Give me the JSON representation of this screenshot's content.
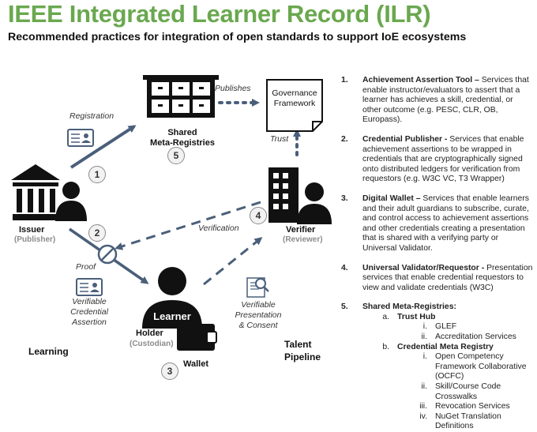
{
  "header": {
    "title": "IEEE Integrated Learner Record (ILR)",
    "subtitle": "Recommended practices for integration of open standards to support IoE ecosystems"
  },
  "diagram": {
    "registries_label": [
      "Shared",
      "Meta-Registries"
    ],
    "publishes_label": "Publishes",
    "governance_label": [
      "Governance",
      "Framework"
    ],
    "registration_label": "Registration",
    "trust_label": "Trust",
    "issuer_label": "Issuer",
    "issuer_role": "(Publisher)",
    "verification_label": "Verification",
    "verifier_label": "Verifier",
    "verifier_role": "(Reviewer)",
    "proof_label": "Proof",
    "assertion_label": [
      "Verifiable",
      "Credential",
      "Assertion"
    ],
    "presentation_label": [
      "Verifiable",
      "Presentation",
      "& Consent"
    ],
    "learner_label": "Learner",
    "holder_label": "Holder",
    "holder_role": "(Custodian)",
    "wallet_label": "Wallet",
    "learning_label": "Learning",
    "talent_label": [
      "Talent",
      "Pipeline"
    ],
    "badges": {
      "issuer": "1",
      "issuer2": "2",
      "wallet": "3",
      "verifier": "4",
      "registries": "5"
    },
    "colors": {
      "arrow": "#4a5f7a",
      "icon": "#111111",
      "dotted": "#4a5f7a",
      "title_green": "#6aa84f"
    }
  },
  "list": {
    "items": [
      {
        "num": "1.",
        "title": "Achievement Assertion Tool –",
        "text": " Services that enable instructor/evaluators to assert that a learner has achieves a skill, credential, or other outcome (e.g. PESC, CLR, OB, Europass)."
      },
      {
        "num": "2.",
        "title": "Credential Publisher -",
        "text": " Services that enable achievement assertions to be wrapped in credentials that are cryptographically signed onto distributed ledgers for verification from requestors (e.g. W3C VC, T3 Wrapper)"
      },
      {
        "num": "3.",
        "title": "Digital Wallet –",
        "text": " Services that enable learners and their adult guardians to subscribe, curate, and control access to achievement assertions and other credentials creating a presentation that is shared with a verifying party or Universal Validator."
      },
      {
        "num": "4.",
        "title": "Universal Validator/Requestor -",
        "text": " Presentation services that enable credential requestors to view and validate credentials (W3C)"
      },
      {
        "num": "5.",
        "title": "Shared Meta-Registries:",
        "text": ""
      }
    ],
    "trust_hub": {
      "letter": "a.",
      "title": "Trust Hub",
      "subs": [
        {
          "n": "i.",
          "t": "GLEF"
        },
        {
          "n": "ii.",
          "t": "Accreditation Services"
        }
      ]
    },
    "cmr": {
      "letter": "b.",
      "title": "Credential Meta Registry",
      "subs": [
        {
          "n": "i.",
          "t": "Open Competency Framework Collaborative (OCFC)"
        },
        {
          "n": "ii.",
          "t": "Skill/Course Code Crosswalks"
        },
        {
          "n": "iii.",
          "t": "Revocation Services"
        },
        {
          "n": "iv.",
          "t": "NuGet Translation Definitions"
        }
      ]
    }
  }
}
